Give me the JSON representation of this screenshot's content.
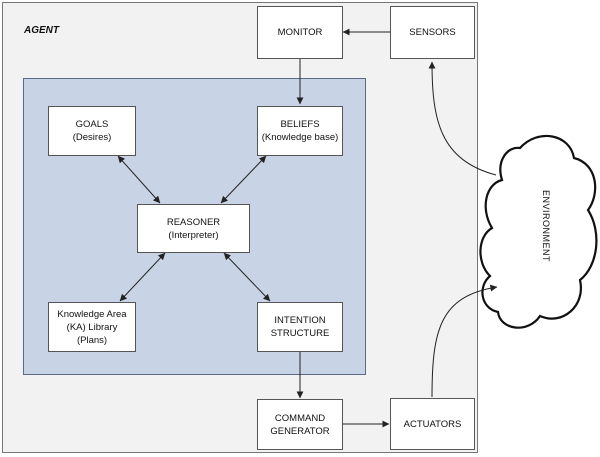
{
  "agent": {
    "label": "AGENT"
  },
  "nodes": {
    "monitor": {
      "line1": "MONITOR"
    },
    "sensors": {
      "line1": "SENSORS"
    },
    "goals": {
      "line1": "GOALS",
      "line2": "(Desires)"
    },
    "beliefs": {
      "line1": "BELIEFS",
      "line2": "(Knowledge base)"
    },
    "reasoner": {
      "line1": "REASONER",
      "line2": "(Interpreter)"
    },
    "ka_library": {
      "line1": "Knowledge Area",
      "line2": "(KA) Library",
      "line3": "(Plans)"
    },
    "intention": {
      "line1": "INTENTION",
      "line2": "STRUCTURE"
    },
    "command": {
      "line1": "COMMAND",
      "line2": "GENERATOR"
    },
    "actuators": {
      "line1": "ACTUATORS"
    }
  },
  "environment": {
    "label": "ENVIRONMENT"
  },
  "colors": {
    "agent_background": "#f2f2f2",
    "core_panel": "#c9d3e6",
    "box_fill": "#ffffff",
    "line": "#222222"
  }
}
